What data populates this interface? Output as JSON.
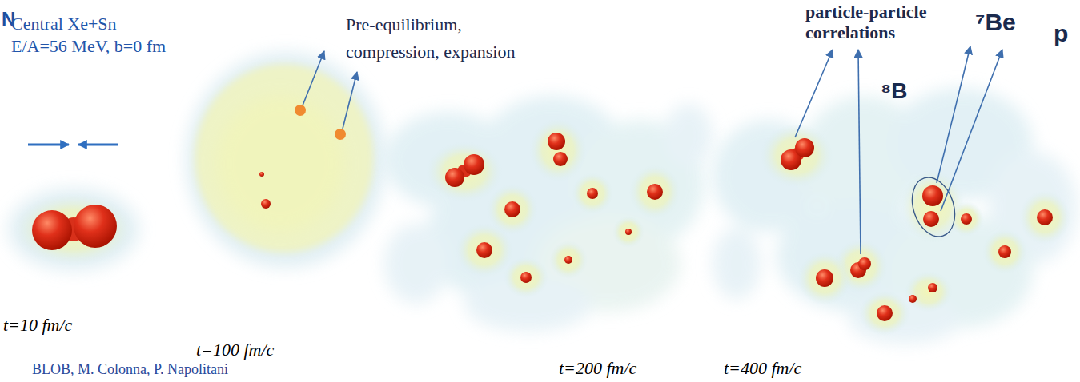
{
  "diagram": {
    "labels": [
      "N",
      "Central Xe+Sn",
      "E/A=56 MeV, b=0 fm",
      "Pre-equilibrium, compression, expansion",
      "particle-particle correlations",
      "⁸B",
      "⁷Be",
      "p",
      "t=10 fm/c",
      "t=100 fm/c",
      "t=200 fm/c",
      "t=400 fm/c",
      "BLOB, M. Colonna, P. Napolitani"
    ]
  }
}
